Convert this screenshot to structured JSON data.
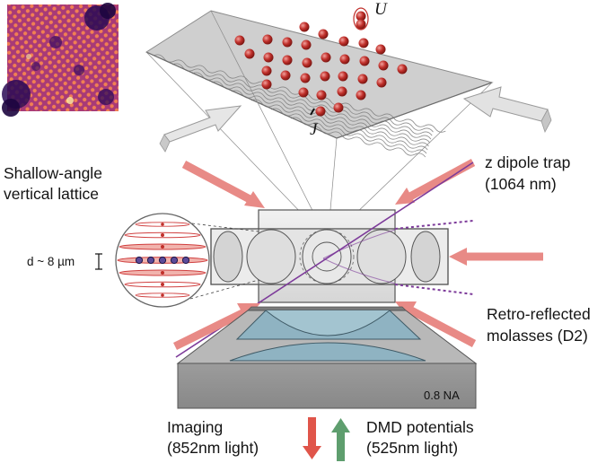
{
  "labels": {
    "U": "U",
    "J": "J",
    "vertical_lattice_1": "Shallow-angle",
    "vertical_lattice_2": "vertical lattice",
    "z_trap_1": "z dipole trap",
    "z_trap_2": "(1064 nm)",
    "spacing": "d ~ 8 µm",
    "molasses_1": "Retro-reflected",
    "molasses_2": "molasses (D2)",
    "na": "0.8 NA",
    "imaging_1": "Imaging",
    "imaging_2": "(852nm light)",
    "dmd_1": "DMD potentials",
    "dmd_2": "(525nm light)"
  },
  "colors": {
    "beam_red": "#e88a86",
    "atom_red": "#c0302b",
    "purple_beam": "#7d3b9a",
    "lens_blue": "#8fb3c2",
    "imaging_arrow": "#e0554a",
    "dmd_arrow": "#5e9e6e",
    "objective_gray": "#9a9a9a",
    "fluorescence_image": "#c2407a"
  },
  "icons": {
    "spacing_marker": "vertical-bracket-icon",
    "imaging_arrow": "down-arrow-icon",
    "dmd_arrow": "up-arrow-icon"
  }
}
